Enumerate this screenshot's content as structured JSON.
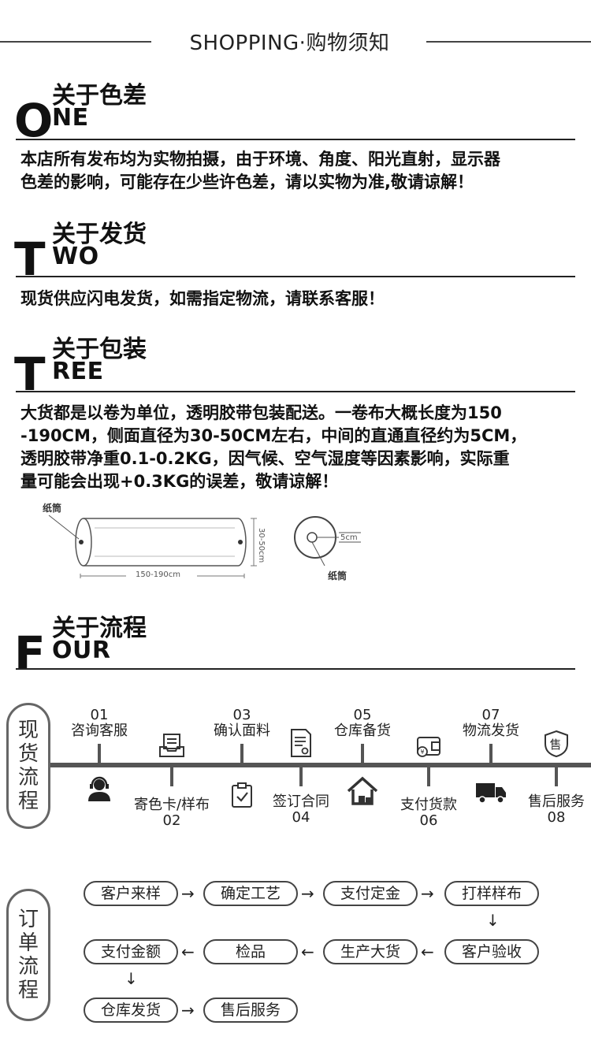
{
  "header": {
    "title": "SHOPPING·购物须知"
  },
  "sections": [
    {
      "big": "O",
      "cn": "关于色差",
      "en": "NE",
      "text": [
        "本店所有发布均为实物拍摄，由于环境、角度、阳光直射，显示器",
        "色差的影响，可能存在少些许色差，请以实物为准,敬请谅解！"
      ]
    },
    {
      "big": "T",
      "cn": "关于发货",
      "en": "WO",
      "text": [
        "现货供应闪电发货，如需指定物流，请联系客服！"
      ]
    },
    {
      "big": "T",
      "cn": "关于包装",
      "en": "REE",
      "text": [
        "大货都是以卷为单位，透明胶带包装配送。一卷布大概长度为150",
        "-190CM，侧面直径为30-50CM左右，中间的直通直径约为5CM，",
        "透明胶带净重0.1-0.2KG，因气候、空气湿度等因素影响，实际重",
        "量可能会出现+0.3KG的误差，敬请谅解！"
      ]
    },
    {
      "big": "F",
      "cn": "关于流程",
      "en": "OUR",
      "text": []
    }
  ],
  "diagram": {
    "tube_label": "纸筒",
    "length": "150-190cm",
    "diameter": "30-50cm",
    "core": "5cm",
    "core_label": "纸筒"
  },
  "flow1": {
    "vertical_label": [
      "现",
      "货",
      "流",
      "程"
    ],
    "steps": [
      {
        "num": "01",
        "label": "咨询客服",
        "pos": "top",
        "icon": "customer-service-icon"
      },
      {
        "num": "02",
        "label": "寄色卡/样布",
        "pos": "bottom",
        "icon": "inbox-tray-icon"
      },
      {
        "num": "03",
        "label": "确认面料",
        "pos": "top",
        "icon": "clipboard-check-icon"
      },
      {
        "num": "04",
        "label": "签订合同",
        "pos": "bottom",
        "icon": "contract-document-icon"
      },
      {
        "num": "05",
        "label": "仓库备货",
        "pos": "top",
        "icon": "warehouse-icon"
      },
      {
        "num": "06",
        "label": "支付货款",
        "pos": "bottom",
        "icon": "wallet-icon"
      },
      {
        "num": "07",
        "label": "物流发货",
        "pos": "top",
        "icon": "truck-icon"
      },
      {
        "num": "08",
        "label": "售后服务",
        "pos": "bottom",
        "icon": "after-sales-shield-icon"
      }
    ]
  },
  "flow2": {
    "vertical_label": [
      "订",
      "单",
      "流",
      "程"
    ],
    "row1": [
      "客户来样",
      "确定工艺",
      "支付定金",
      "打样样布"
    ],
    "row2": [
      "支付金额",
      "检品",
      "生产大货",
      "客户验收"
    ],
    "row3": [
      "仓库发货",
      "售后服务"
    ],
    "arrow_right": "→",
    "arrow_left": "←",
    "arrow_down": "↓"
  }
}
